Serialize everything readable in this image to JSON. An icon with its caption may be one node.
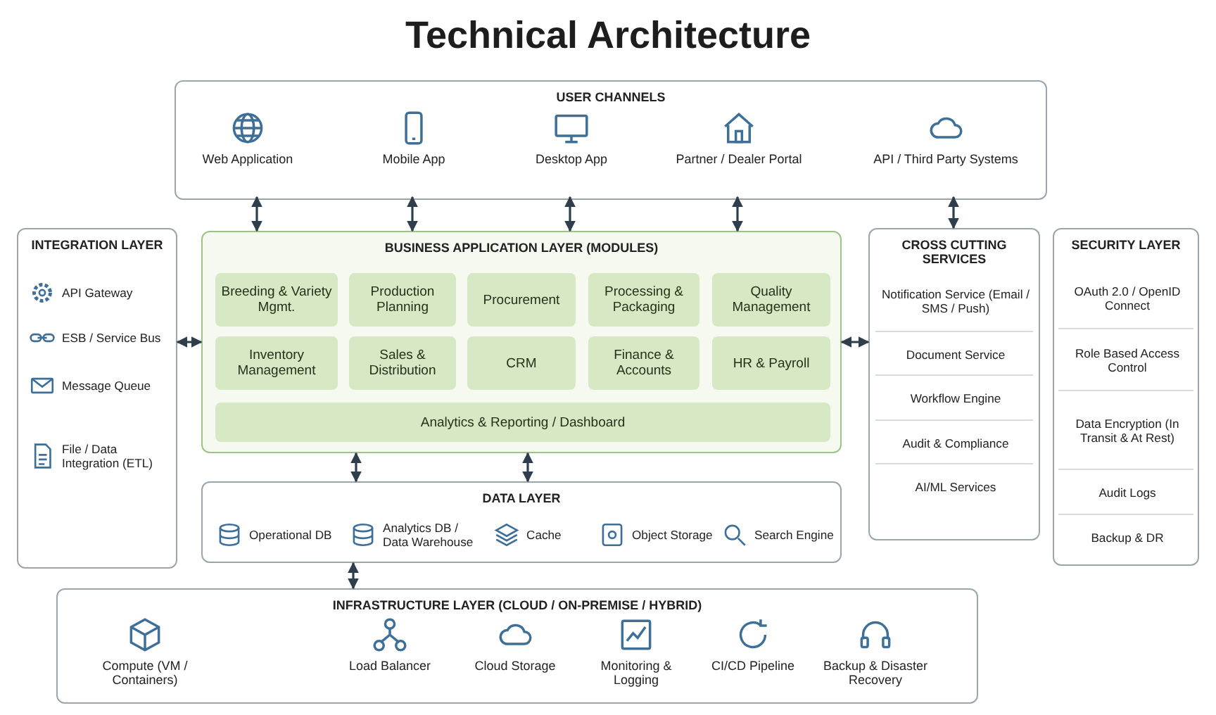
{
  "diagram": {
    "title": "Technical Architecture",
    "nodes": [
      {
        "text": [
          "USER CHANNELS"
        ]
      },
      {
        "text": [
          "Web Application"
        ],
        "in": 0
      },
      {
        "text": [
          "Mobile App"
        ],
        "in": 0
      },
      {
        "text": [
          "Desktop App"
        ],
        "in": 0
      },
      {
        "text": [
          "Partner / Dealer Portal"
        ],
        "in": 0
      },
      {
        "text": [
          "API / Third Party Systems"
        ],
        "in": 0
      },
      {
        "text": [
          "INTEGRATION LAYER"
        ]
      },
      {
        "text": [
          "API Gateway"
        ],
        "in": 6
      },
      {
        "text": [
          "ESB / Service Bus"
        ],
        "in": 6
      },
      {
        "text": [
          "Message Queue"
        ],
        "in": 6
      },
      {
        "text": [
          "File / Data Integration (ETL)"
        ],
        "in": 6
      },
      {
        "text": [
          "BUSINESS APPLICATION LAYER (MODULES)"
        ]
      },
      {
        "text": [
          "Breeding & Variety Mgmt."
        ],
        "in": 11
      },
      {
        "text": [
          "Production Planning"
        ],
        "in": 11
      },
      {
        "text": [
          "Procurement"
        ],
        "in": 11
      },
      {
        "text": [
          "Processing & Packaging"
        ],
        "in": 11
      },
      {
        "text": [
          "Quality Management"
        ],
        "in": 11
      },
      {
        "text": [
          "Inventory Management"
        ],
        "in": 11
      },
      {
        "text": [
          "Sales & Distribution"
        ],
        "in": 11
      },
      {
        "text": [
          "CRM"
        ],
        "in": 11
      },
      {
        "text": [
          "Finance & Accounts"
        ],
        "in": 11
      },
      {
        "text": [
          "HR & Payroll"
        ],
        "in": 11
      },
      {
        "text": [
          "Analytics & Reporting / Dashboard"
        ],
        "in": 11
      },
      {
        "text": [
          "CROSS CUTTING SERVICES"
        ]
      },
      {
        "text": [
          "Notification Service (Email / SMS / Push)"
        ],
        "in": 23
      },
      {
        "text": [
          "Document Service"
        ],
        "in": 23
      },
      {
        "text": [
          "Workflow Engine"
        ],
        "in": 23
      },
      {
        "text": [
          "Audit & Compliance"
        ],
        "in": 23
      },
      {
        "text": [
          "AI/ML Services"
        ],
        "in": 23
      },
      {
        "text": [
          "SECURITY LAYER"
        ]
      },
      {
        "text": [
          "OAuth 2.0 / OpenID Connect"
        ],
        "in": 29
      },
      {
        "text": [
          "Role Based Access Control"
        ],
        "in": 29
      },
      {
        "text": [
          "Data Encryption (In Transit & At Rest)"
        ],
        "in": 29
      },
      {
        "text": [
          "Audit Logs"
        ],
        "in": 29
      },
      {
        "text": [
          "Backup & DR"
        ],
        "in": 29
      },
      {
        "text": [
          "DATA LAYER"
        ]
      },
      {
        "text": [
          "Operational DB"
        ],
        "in": 35
      },
      {
        "text": [
          "Analytics DB / Data Warehouse"
        ],
        "in": 35
      },
      {
        "text": [
          "Cache"
        ],
        "in": 35
      },
      {
        "text": [
          "Object Storage"
        ],
        "in": 35
      },
      {
        "text": [
          "Search Engine"
        ],
        "in": 35
      },
      {
        "text": [
          "INFRASTRUCTURE LAYER (CLOUD / ON-PREMISE / HYBRID)"
        ]
      },
      {
        "text": [
          "Compute (VM / Containers)"
        ],
        "in": 41
      },
      {
        "text": [
          "Load Balancer"
        ],
        "in": 41
      },
      {
        "text": [
          "Cloud Storage"
        ],
        "in": 41
      },
      {
        "text": [
          "Monitoring & Logging"
        ],
        "in": 41
      },
      {
        "text": [
          "CI/CD Pipeline"
        ],
        "in": 41
      },
      {
        "text": [
          "Backup & Disaster Recovery"
        ],
        "in": 41
      }
    ],
    "edges": [
      {
        "from": 1,
        "to": 11,
        "arrow": "both"
      },
      {
        "from": 2,
        "to": 11,
        "arrow": "both"
      },
      {
        "from": 3,
        "to": 11,
        "arrow": "both"
      },
      {
        "from": 4,
        "to": 11,
        "arrow": "both"
      },
      {
        "from": 5,
        "to": 23,
        "arrow": "both"
      },
      {
        "from": 6,
        "to": 11,
        "arrow": "both"
      },
      {
        "from": 11,
        "to": 23,
        "arrow": "both"
      },
      {
        "from": 11,
        "to": 35,
        "arrow": "both"
      },
      {
        "from": 11,
        "to": 35,
        "arrow": "both"
      },
      {
        "from": 35,
        "to": 41,
        "arrow": "both"
      }
    ]
  }
}
